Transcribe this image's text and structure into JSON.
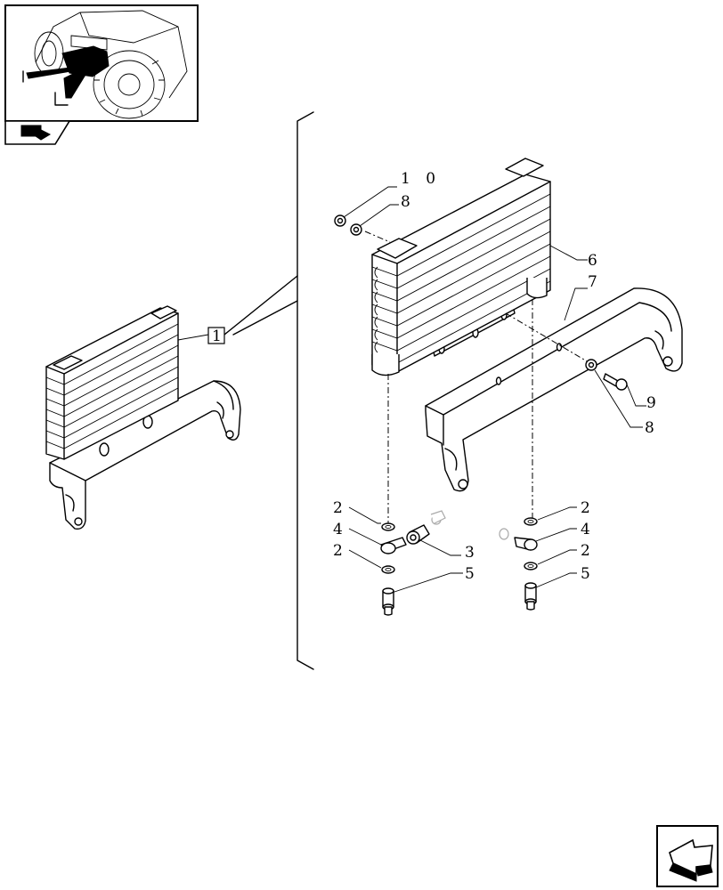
{
  "diagram": {
    "callouts": [
      {
        "id": "c-10",
        "text": "1 0"
      },
      {
        "id": "c-8a",
        "text": "8"
      },
      {
        "id": "c-6",
        "text": "6"
      },
      {
        "id": "c-7",
        "text": "7"
      },
      {
        "id": "c-9",
        "text": "9"
      },
      {
        "id": "c-8b",
        "text": "8"
      },
      {
        "id": "c-2a",
        "text": "2"
      },
      {
        "id": "c-4a",
        "text": "4"
      },
      {
        "id": "c-3",
        "text": "3"
      },
      {
        "id": "c-2b",
        "text": "2"
      },
      {
        "id": "c-5a",
        "text": "5"
      },
      {
        "id": "c-2c",
        "text": "2"
      },
      {
        "id": "c-4b",
        "text": "4"
      },
      {
        "id": "c-2d",
        "text": "2"
      },
      {
        "id": "c-5b",
        "text": "5"
      }
    ],
    "assembly_ref": "1"
  },
  "icons": {
    "thumbnail": "tractor-location-icon",
    "section": "section-arrow-icon",
    "next": "next-page-arrow-icon"
  }
}
